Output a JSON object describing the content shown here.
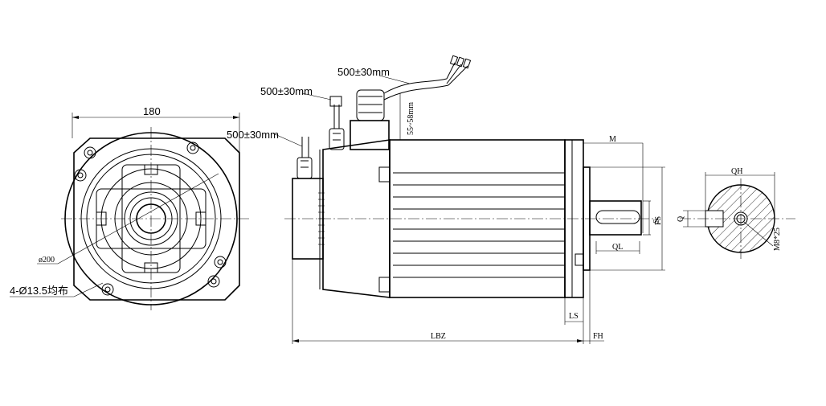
{
  "front_view": {
    "width_dim": "180",
    "pcd_dim": "ø200",
    "holes_note": "4-Ø13.5均布"
  },
  "side_view": {
    "cable_1": "500±30mm",
    "cable_2": "500±30mm",
    "cable_3": "500±30mm",
    "connector_height": "55~58mm",
    "dim_M": "M",
    "dim_S": "S",
    "dim_FS": "FS",
    "dim_QL": "QL",
    "dim_LS": "LS",
    "dim_LBZ": "LBZ",
    "dim_FH": "FH"
  },
  "shaft_section": {
    "dim_QH": "QH",
    "dim_Q": "Q",
    "thread_note": "M8*25"
  }
}
